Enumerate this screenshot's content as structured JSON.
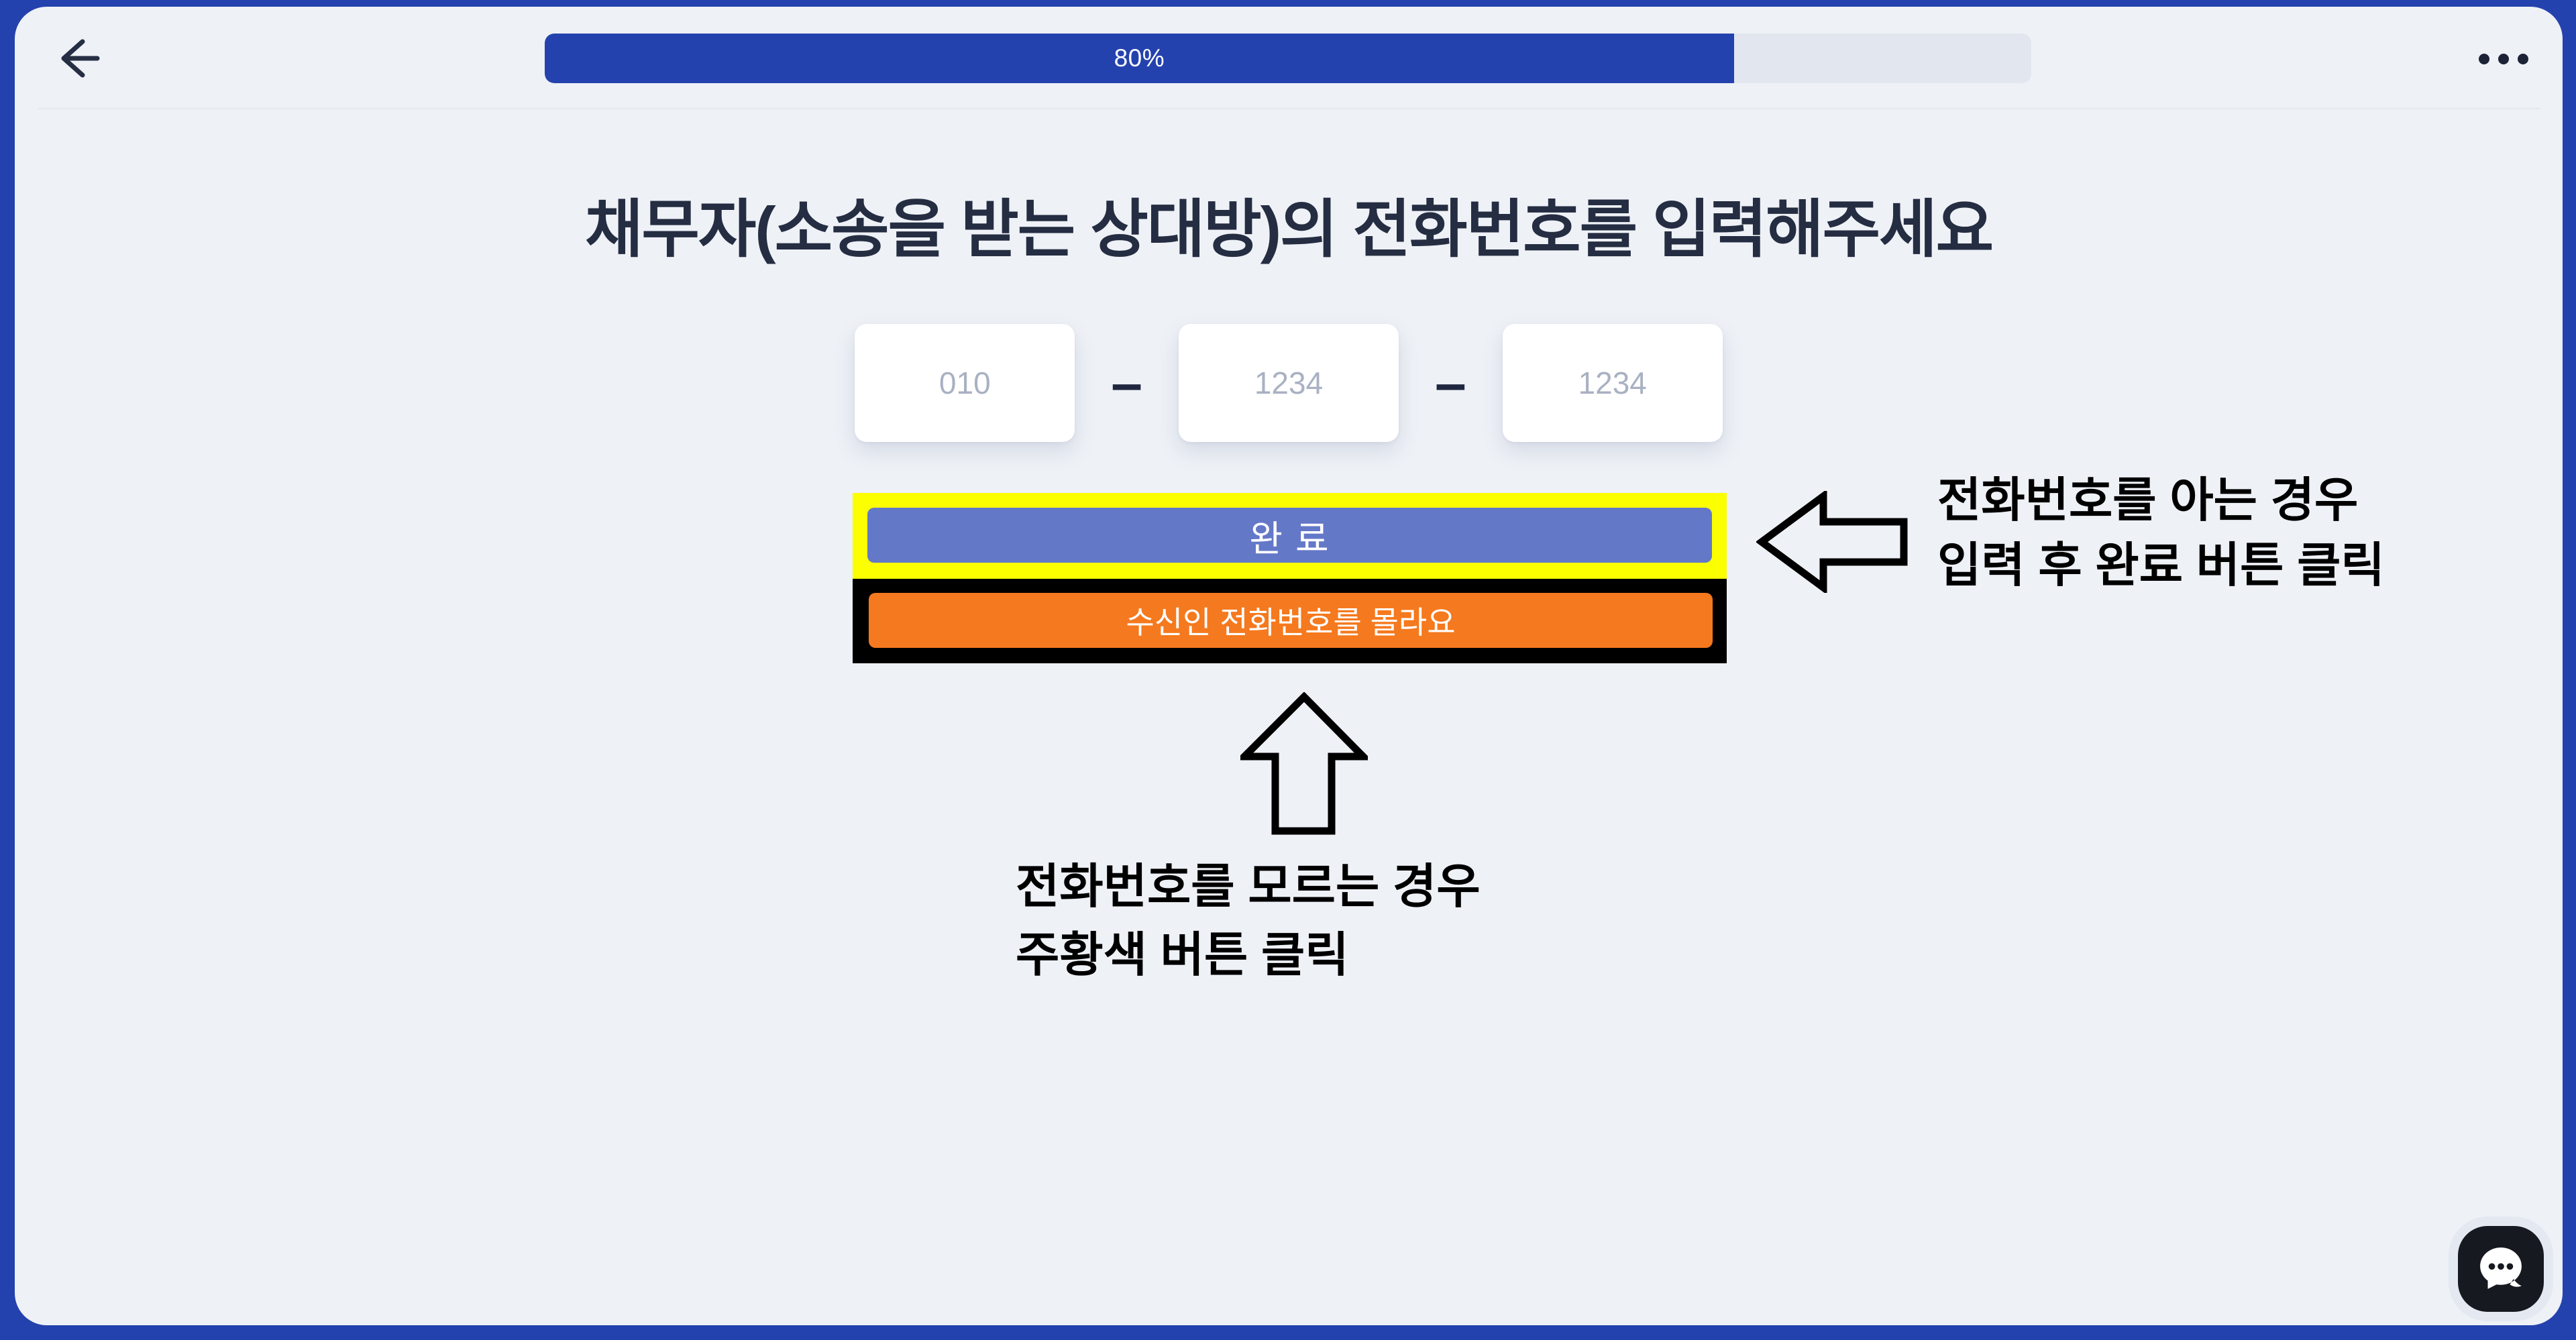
{
  "frame": {
    "accent_blue": "#2442ae",
    "background": "#eef1f6"
  },
  "header": {
    "back_icon": "arrow-left",
    "menu_icon": "ellipsis-horizontal",
    "progress": {
      "percent": 80,
      "label": "80%",
      "fill_color": "#2442ae",
      "track_color": "#e2e6ee"
    }
  },
  "main": {
    "title": "채무자(소송을 받는 상대방)의 전화번호를 입력해주세요",
    "separator": "–",
    "phone_inputs": [
      {
        "placeholder": "010",
        "value": ""
      },
      {
        "placeholder": "1234",
        "value": ""
      },
      {
        "placeholder": "1234",
        "value": ""
      }
    ],
    "complete_button": {
      "label": "완 료",
      "color": "#6478c8",
      "highlight_color": "#fcff00"
    },
    "unknown_button": {
      "label": "수신인 전화번호를 몰라요",
      "color": "#f5791e",
      "highlight_color": "#000000"
    }
  },
  "annotations": {
    "know_phone": {
      "arrow": "block-arrow-left",
      "line1": "전화번호를 아는 경우",
      "line2": "입력 후 완료 버튼 클릭"
    },
    "dont_know_phone": {
      "arrow": "block-arrow-up",
      "line1": "전화번호를 모르는 경우",
      "line2": "주황색 버튼 클릭"
    }
  },
  "chat_widget": {
    "icon": "chat-bubble"
  }
}
